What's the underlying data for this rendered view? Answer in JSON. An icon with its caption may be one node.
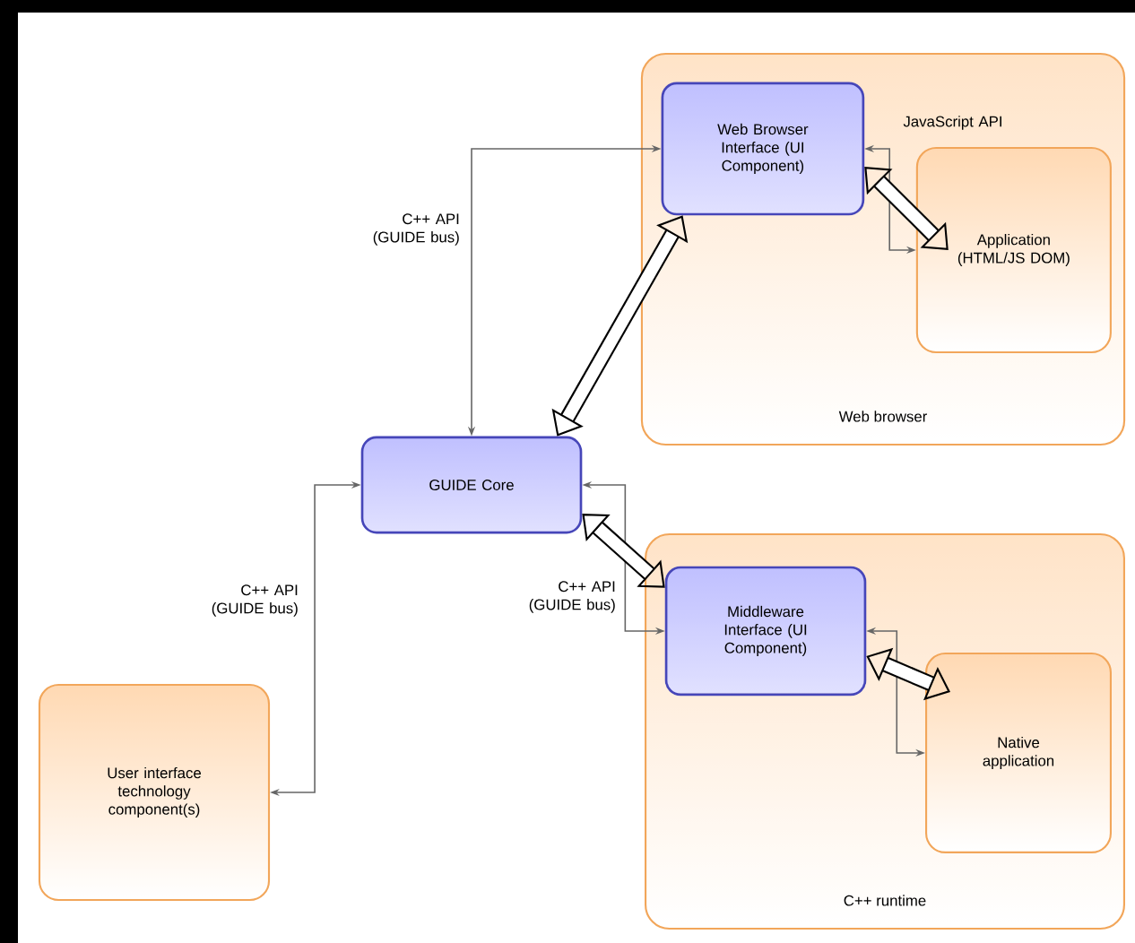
{
  "diagram": {
    "nodes": [
      {
        "text": [
          "Web browser"
        ]
      },
      {
        "text": [
          "Web Browser Interface (UI Component)"
        ],
        "in": 0
      },
      {
        "text": [
          "Application (HTML/JS DOM)"
        ],
        "in": 0
      },
      {
        "text": [
          "GUIDE Core"
        ]
      },
      {
        "text": [
          "C++ runtime"
        ]
      },
      {
        "text": [
          "Middleware Interface (UI Component)"
        ],
        "in": 4
      },
      {
        "text": [
          "Native application"
        ],
        "in": 4
      },
      {
        "text": [
          "User interface technology component(s)"
        ]
      }
    ],
    "edges": [
      {
        "from": 1,
        "to": 3,
        "arrow": "both",
        "label": "C++ API (GUIDE bus)"
      },
      {
        "from": 3,
        "to": 1,
        "arrow": "both",
        "style": "thick",
        "color": "#000000"
      },
      {
        "from": 1,
        "to": 2,
        "arrow": "both",
        "label": "JavaScript API"
      },
      {
        "from": 1,
        "to": 2,
        "arrow": "both",
        "style": "thick",
        "color": "#000000"
      },
      {
        "from": 3,
        "to": 5,
        "arrow": "both",
        "label": "C++ API (GUIDE bus)"
      },
      {
        "from": 3,
        "to": 5,
        "arrow": "both",
        "style": "thick",
        "color": "#000000"
      },
      {
        "from": 5,
        "to": 6,
        "arrow": "both"
      },
      {
        "from": 5,
        "to": 6,
        "arrow": "both",
        "style": "thick",
        "color": "#000000"
      },
      {
        "from": 7,
        "to": 3,
        "arrow": "both",
        "label": "C++ API (GUIDE bus)"
      }
    ]
  }
}
